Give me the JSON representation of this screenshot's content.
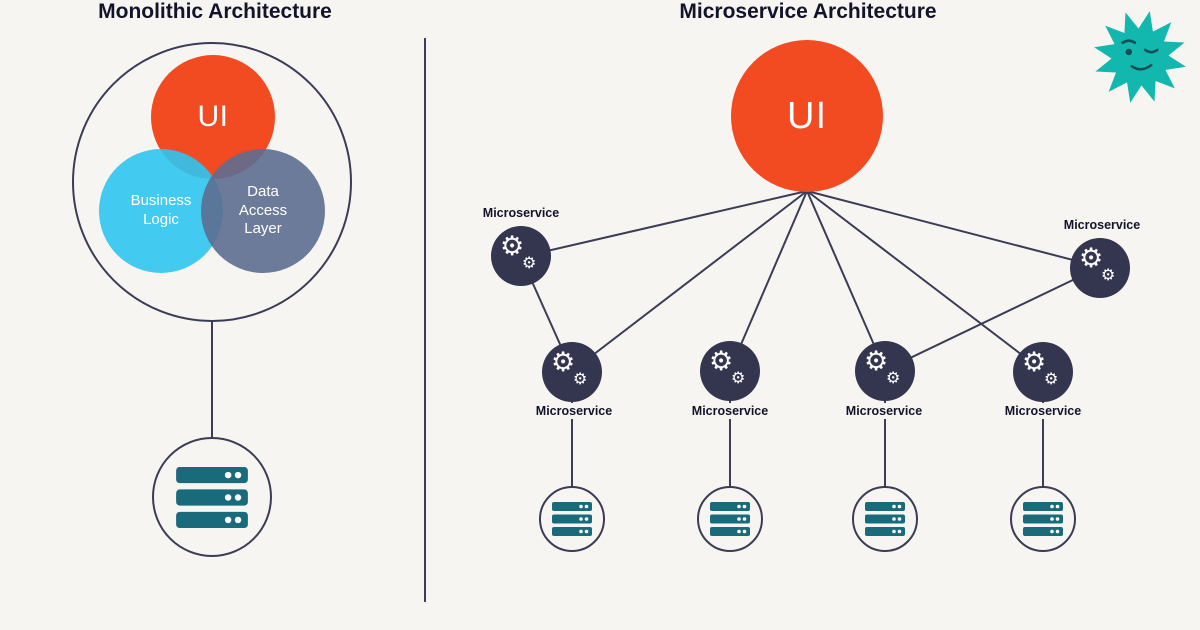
{
  "colors": {
    "bg": "#f7f5f1",
    "orange": "#f24a21",
    "cyan": "#2ec5f1",
    "slate": "#5d6e90",
    "navy": "#343650",
    "line": "#3b3c55",
    "teal": "#196a7b",
    "mascot": "#12b7ae",
    "mascot_face": "#0d4f57",
    "text": "#13142a"
  },
  "left_panel": {
    "title": "Monolithic Architecture",
    "ui_label": "UI",
    "business_logic_label": "Business Logic",
    "data_access_label": "Data Access Layer"
  },
  "right_panel": {
    "title": "Microservice Architecture",
    "ui_label": "UI",
    "microservice_label": "Microservice"
  },
  "icons": {
    "gear_glyph": "⚙"
  }
}
